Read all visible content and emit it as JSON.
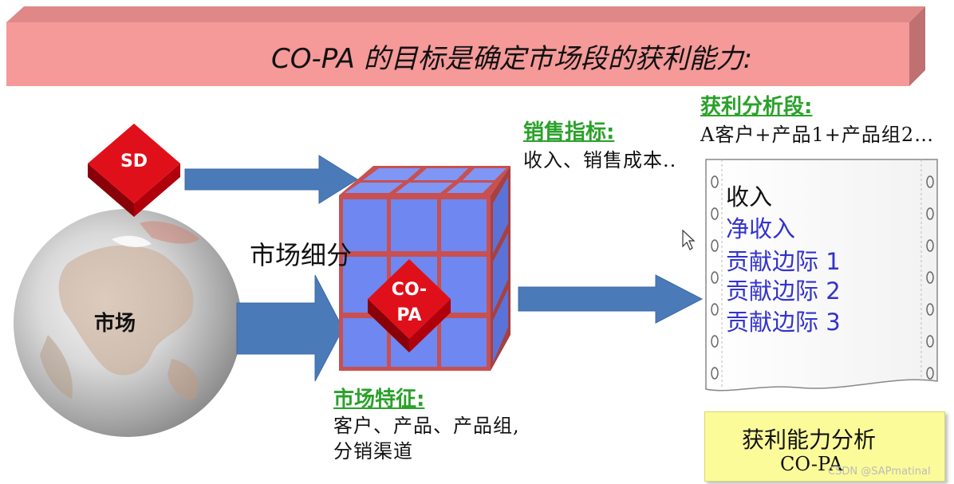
{
  "banner": {
    "title": "CO-PA 的目标是确定市场段的获利能力:"
  },
  "sources": {
    "sd_label": "SD",
    "market_label": "市场",
    "segmentation_label": "市场细分"
  },
  "cube": {
    "label_line1": "CO-",
    "label_line2": "PA"
  },
  "sales_metrics": {
    "heading": "销售指标:",
    "text": "收入、销售成本.."
  },
  "profit_segment": {
    "heading": "获利分析段:",
    "text": "A客户+产品1+产品组2…"
  },
  "market_features": {
    "heading": "市场特征:",
    "line1": "客户、产品、产品组,",
    "line2": "分销渠道"
  },
  "report": {
    "title": "收入",
    "items": [
      "净收入",
      "贡献边际 1",
      "贡献边际 2",
      "贡献边际 3"
    ]
  },
  "summary": {
    "title": "获利能力分析",
    "subtitle": "CO-PA"
  },
  "watermark": "CSDN @SAPmatinal",
  "colors": {
    "banner": "#f59999",
    "green": "#2aa12a",
    "blue_text": "#3333cc",
    "arrow": "#4a7ab8",
    "cube_blue": "#6f87f0",
    "cube_red": "#c85050",
    "diamond_red": "#d40010",
    "summary_bg": "#fbfb9a"
  },
  "icons": [
    "mouse-cursor-icon",
    "globe-icon",
    "sd-diamond-icon",
    "copa-diamond-icon"
  ]
}
